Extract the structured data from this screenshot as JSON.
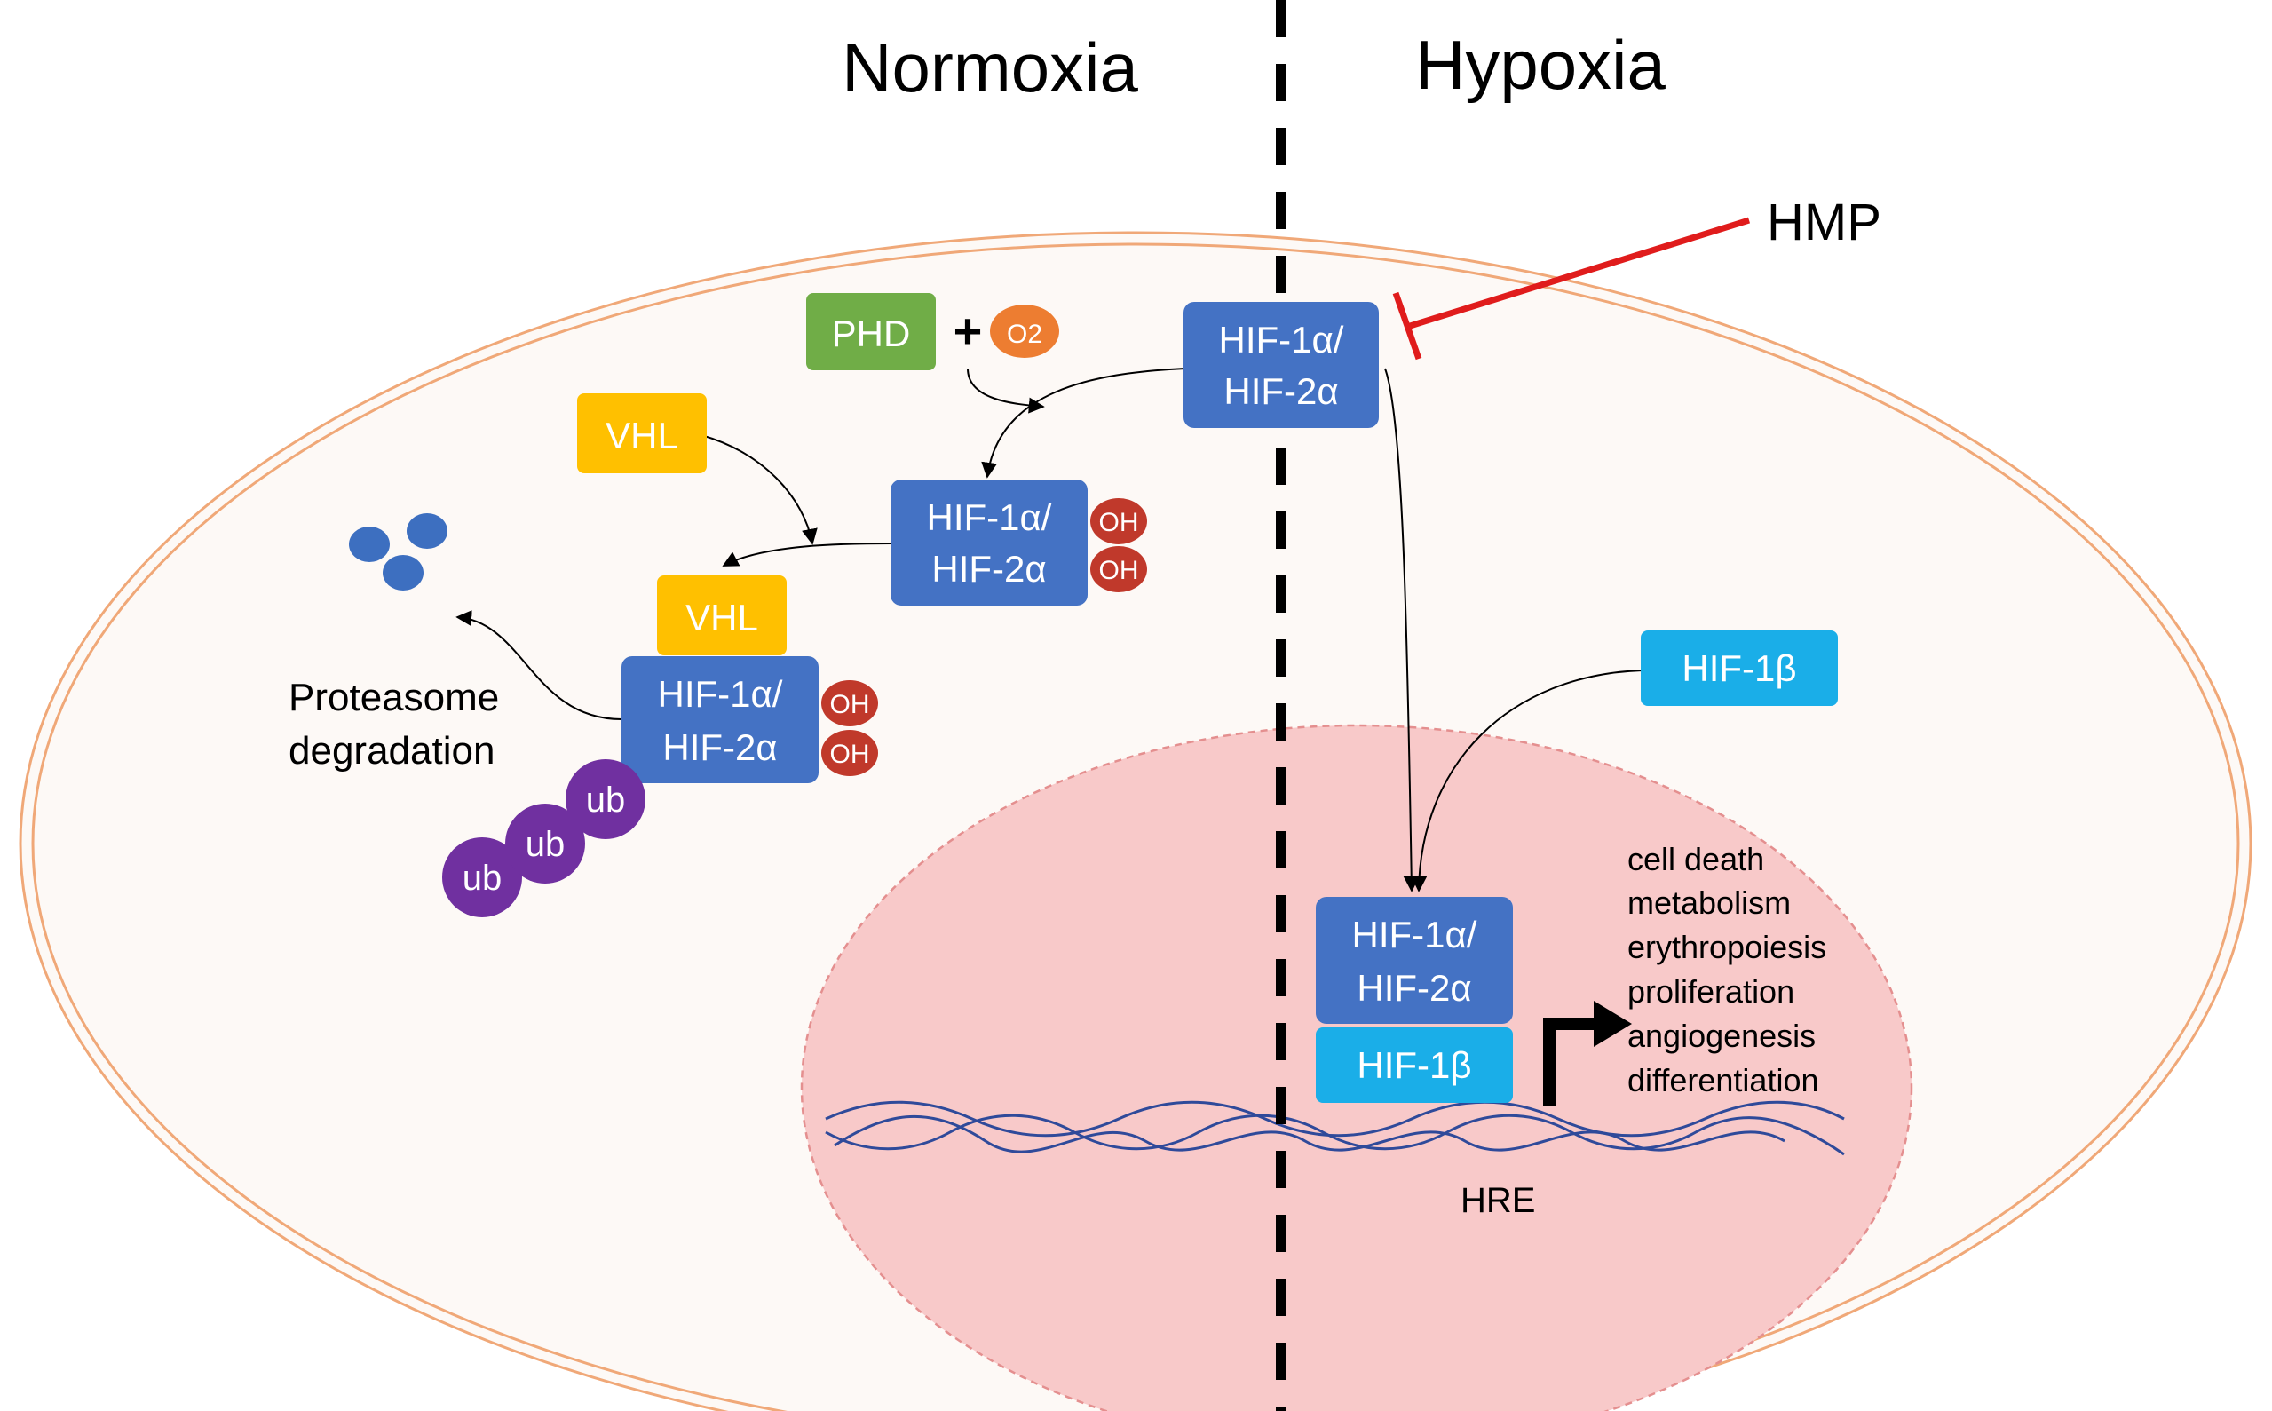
{
  "headings": {
    "normoxia": "Normoxia",
    "hypoxia": "Hypoxia"
  },
  "inhibitor": {
    "label": "HMP"
  },
  "labels": {
    "phd": "PHD",
    "plus": "+",
    "o2": "O2",
    "vhl": "VHL",
    "vhl_bound": "VHL",
    "oh": "OH",
    "ub": "ub",
    "proteasome_line1": "Proteasome",
    "proteasome_line2": "degradation",
    "hif1b": "HIF-1β",
    "hre": "HRE"
  },
  "hif_alpha": {
    "line1": "HIF-1α/",
    "line2": "HIF-2α"
  },
  "targets": [
    "cell death",
    "metabolism",
    "erythropoiesis",
    "proliferation",
    "angiogenesis",
    "differentiation"
  ],
  "colors": {
    "hif_alpha": "#4472c4",
    "hif1b": "#1aaee8",
    "phd": "#70ad47",
    "vhl": "#ffc000",
    "o2": "#ed7d31",
    "oh": "#c0392b",
    "ub": "#7030a0",
    "fragment": "#3d6fc0",
    "cell_fill": "#fdf9f6",
    "cell_border": "#f0a878",
    "nucleus_fill": "#f8c9c9",
    "inhibitor": "#e01c1c",
    "dna": "#2f4a9a"
  }
}
